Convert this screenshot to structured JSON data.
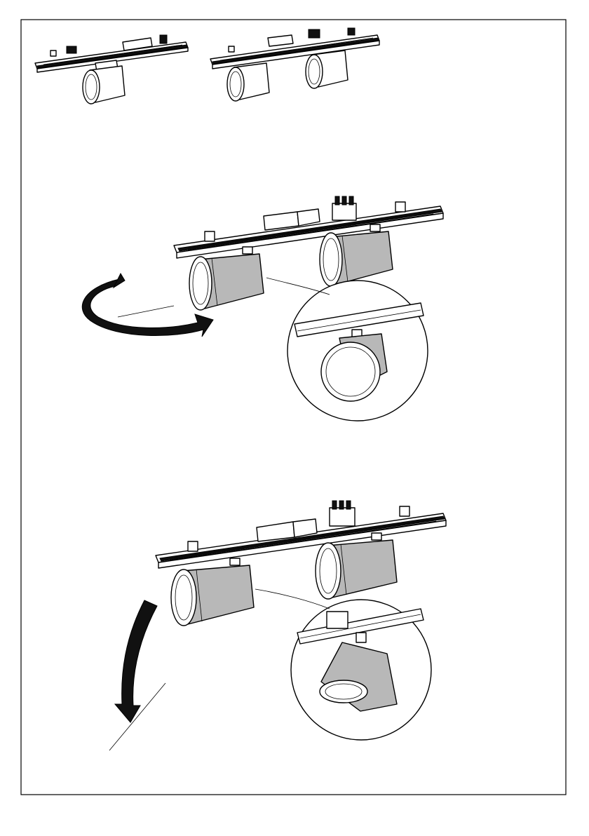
{
  "colors": {
    "frame": "#000000",
    "housing": "#b8b8b8",
    "background": "#ffffff",
    "arrow": "#111111"
  },
  "figures": [
    {
      "id": "fig-single-spot",
      "variant": "one-spotlight"
    },
    {
      "id": "fig-double-spot",
      "variant": "two-spotlights"
    },
    {
      "id": "fig-rotate",
      "motion": "rotate-horizontal"
    },
    {
      "id": "fig-tilt",
      "motion": "tilt-vertical"
    }
  ],
  "icons": [
    "rotate-arrow-icon",
    "tilt-arrow-icon",
    "magnifier-detail-icon"
  ]
}
